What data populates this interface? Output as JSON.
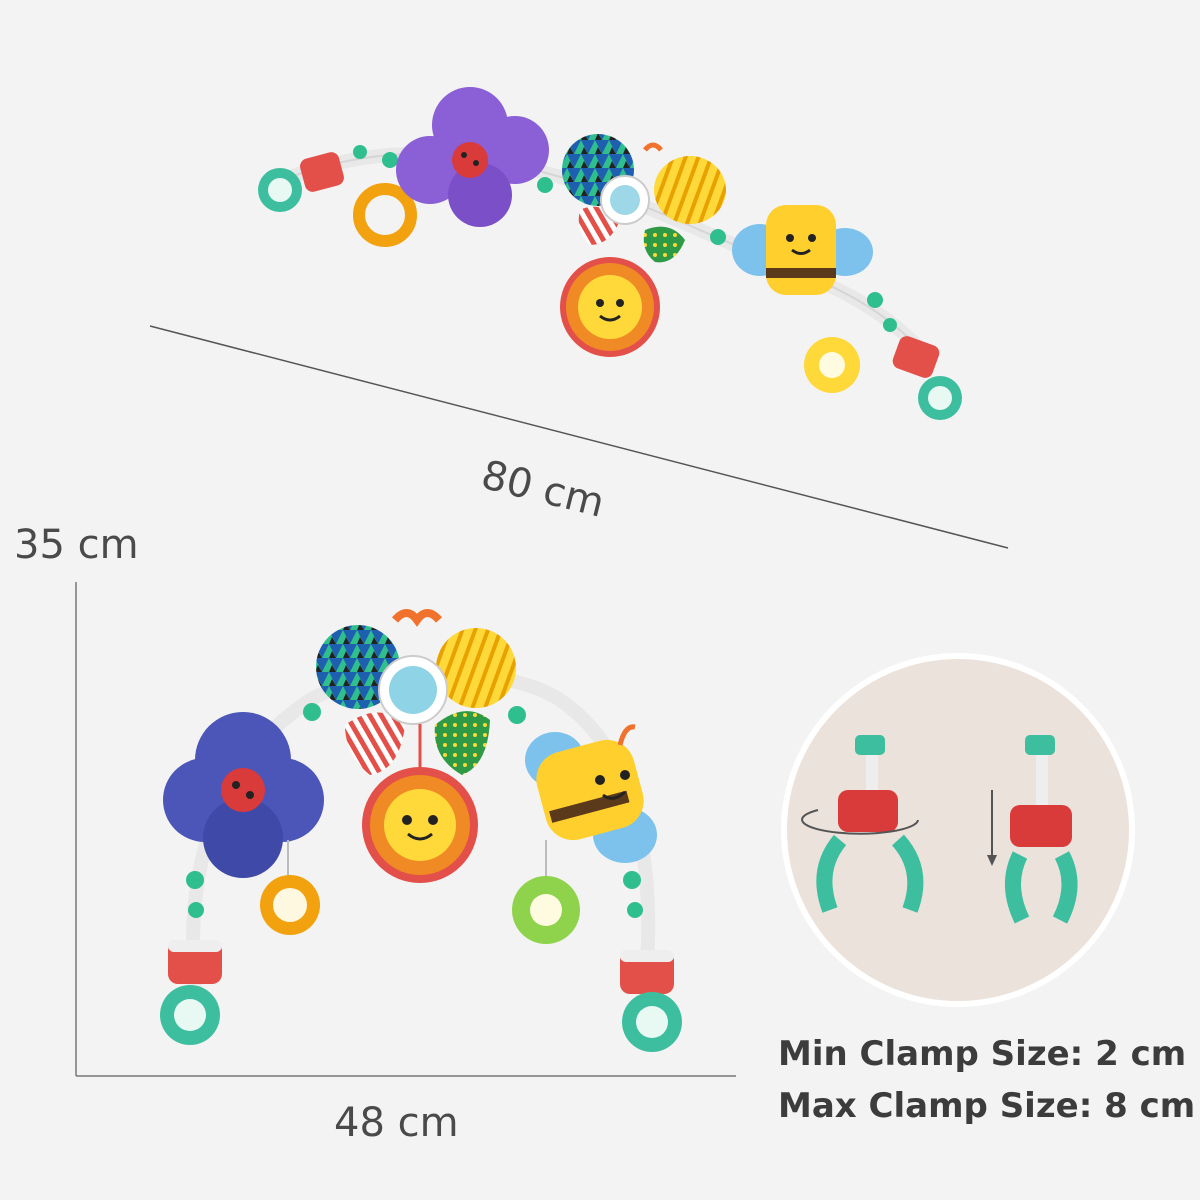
{
  "dimensions": {
    "length": "80 cm",
    "height": "35 cm",
    "width": "48 cm"
  },
  "clamp": {
    "min": "Min Clamp Size: 2 cm",
    "max": "Max Clamp Size: 8 cm"
  },
  "colors": {
    "background": "#f3f3f3",
    "purple_flower": "#8b5fd6",
    "blue_flower": "#4b56b8",
    "sun_orange": "#f08a24",
    "sun_yellow": "#ffd83a",
    "bee_yellow": "#ffcf2e",
    "wing_blue": "#7cc2ec",
    "clip_teal": "#3dbf9f",
    "clip_red": "#e3504a",
    "bead_green": "#2fbf8f"
  }
}
